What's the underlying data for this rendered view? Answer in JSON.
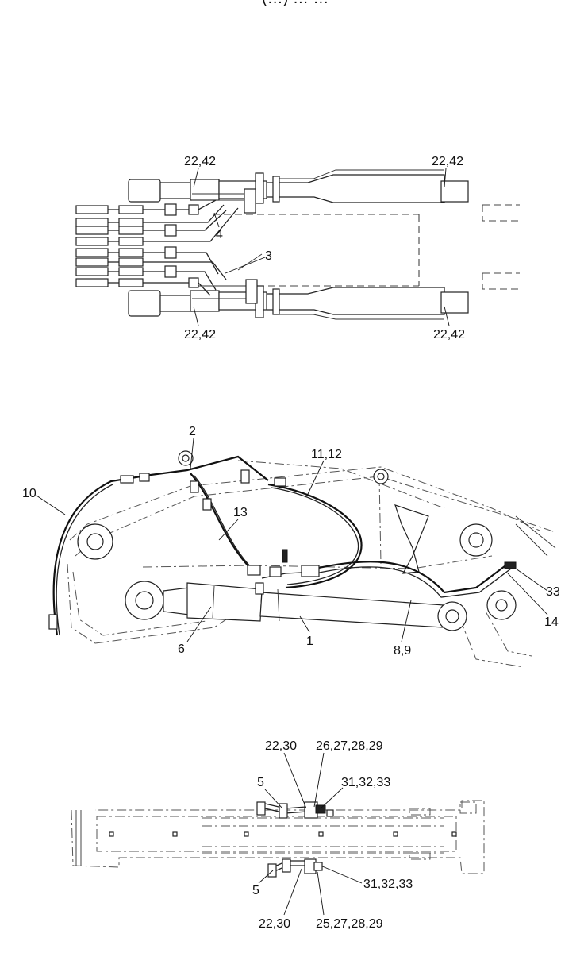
{
  "header": {
    "partial_title": "(…) … …"
  },
  "top_view": {
    "callouts": [
      "22,42",
      "22,42",
      "4",
      "3",
      "22,42",
      "22,42"
    ]
  },
  "side_view": {
    "callouts": [
      "2",
      "11,12",
      "10",
      "13",
      "33",
      "14",
      "6",
      "1",
      "8,9"
    ]
  },
  "bottom_view": {
    "callouts": [
      "22,30",
      "26,27,28,29",
      "5",
      "31,32,33",
      "5",
      "31,32,33",
      "22,30",
      "25,27,28,29"
    ]
  }
}
